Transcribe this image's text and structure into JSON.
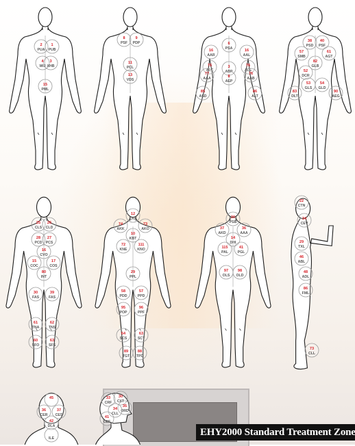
{
  "banner": {
    "text": "EHY2000 Standard Treatment Zones"
  },
  "colors": {
    "zone_label": "#d61f26",
    "outline": "#1c1c1c",
    "zone_circle": "#9a9a9a",
    "banner_bg": "#111111"
  },
  "figures": [
    {
      "id": "front-1",
      "zones": [
        {
          "num": "2",
          "code": "PUA"
        },
        {
          "num": "1",
          "code": "PUB"
        },
        {
          "num": "4",
          "code": "WIJ"
        },
        {
          "num": "3",
          "code": "XHB"
        },
        {
          "num": "15",
          "code": "PML"
        }
      ]
    },
    {
      "id": "back-1",
      "zones": [
        {
          "num": "8",
          "code": "PSF"
        },
        {
          "num": "9",
          "code": "PDP"
        },
        {
          "num": "11",
          "code": "PCL"
        },
        {
          "num": "13",
          "code": "VDS"
        }
      ]
    },
    {
      "id": "front-2",
      "zones": [
        {
          "num": "6",
          "code": "PSA"
        },
        {
          "num": "16",
          "code": "AAR"
        },
        {
          "num": "16",
          "code": "AAL"
        },
        {
          "num": "75",
          "code": "ALC"
        },
        {
          "num": "76",
          "code": "ALE"
        },
        {
          "num": "77",
          "code": "AAA"
        },
        {
          "num": "76",
          "code": "AAB"
        },
        {
          "num": "3",
          "code": "ABP"
        },
        {
          "num": "8",
          "code": "AEP"
        },
        {
          "num": "85",
          "code": "ASD"
        },
        {
          "num": "86",
          "code": "ALT"
        }
      ]
    },
    {
      "id": "back-2",
      "zones": [
        {
          "num": "38",
          "code": "PSD"
        },
        {
          "num": "40",
          "code": "PSF"
        },
        {
          "num": "57",
          "code": "SMB"
        },
        {
          "num": "61",
          "code": "AGT"
        },
        {
          "num": "82",
          "code": "GLB"
        },
        {
          "num": "52",
          "code": "DCR"
        },
        {
          "num": "53",
          "code": "GLS"
        },
        {
          "num": "54",
          "code": "GLD"
        },
        {
          "num": "83",
          "code": "DLT"
        },
        {
          "num": "90",
          "code": "AEG"
        }
      ]
    },
    {
      "id": "front-3",
      "zones": [
        {
          "num": "25",
          "code": "CLS"
        },
        {
          "num": "26",
          "code": "CLD"
        },
        {
          "num": "28",
          "code": "PCD"
        },
        {
          "num": "27",
          "code": "PCS"
        },
        {
          "num": "16",
          "code": "CVO"
        },
        {
          "num": "15",
          "code": "COC"
        },
        {
          "num": "17",
          "code": "COS"
        },
        {
          "num": "80",
          "code": "INT"
        },
        {
          "num": "30",
          "code": "FAS"
        },
        {
          "num": "39",
          "code": "FAS"
        },
        {
          "num": "61",
          "code": "TNA"
        },
        {
          "num": "62",
          "code": "TNS"
        },
        {
          "num": "60",
          "code": "SFO"
        },
        {
          "num": "63",
          "code": "SFS"
        }
      ]
    },
    {
      "id": "back-3",
      "zones": [
        {
          "num": "12",
          "code": "CKF"
        },
        {
          "num": "74",
          "code": "AKK"
        },
        {
          "num": "73",
          "code": "AKO"
        },
        {
          "num": "10",
          "code": "KBT"
        },
        {
          "num": "72",
          "code": "KNE"
        },
        {
          "num": "111",
          "code": "KNO"
        },
        {
          "num": "29",
          "code": "PPL"
        },
        {
          "num": "58",
          "code": "PDD"
        },
        {
          "num": "57",
          "code": "PPD"
        },
        {
          "num": "95",
          "code": "POP"
        },
        {
          "num": "96",
          "code": "PPF"
        },
        {
          "num": "64",
          "code": "SCS"
        },
        {
          "num": "63",
          "code": "SCT"
        },
        {
          "num": "89",
          "code": "TGT"
        },
        {
          "num": "88",
          "code": "TPD"
        }
      ]
    },
    {
      "id": "front-4",
      "zones": [
        {
          "num": "20",
          "code": "PSB"
        },
        {
          "num": "37",
          "code": "AKD"
        },
        {
          "num": "36",
          "code": "AAA"
        },
        {
          "num": "14",
          "code": "DHI"
        },
        {
          "num": "115",
          "code": "PAL"
        },
        {
          "num": "41",
          "code": "PGL"
        },
        {
          "num": "97",
          "code": "OLS"
        },
        {
          "num": "98",
          "code": "OLD"
        }
      ]
    },
    {
      "id": "side-1",
      "zones": [
        {
          "num": "22",
          "code": "CTN"
        },
        {
          "num": "34",
          "code": "CEV"
        },
        {
          "num": "29",
          "code": "TXL"
        },
        {
          "num": "46",
          "code": "ABL"
        },
        {
          "num": "48",
          "code": "ADL"
        },
        {
          "num": "86",
          "code": "FML"
        },
        {
          "num": "73",
          "code": "CLL"
        }
      ]
    },
    {
      "id": "head-back",
      "zones": [
        {
          "num": "45",
          "code": ""
        },
        {
          "num": "36",
          "code": "CER"
        },
        {
          "num": "37",
          "code": "CES"
        },
        {
          "num": "42",
          "code": "DLA"
        },
        {
          "num": "",
          "code": "ILE"
        }
      ]
    },
    {
      "id": "head-side",
      "zones": [
        {
          "num": "33",
          "code": "CRF"
        },
        {
          "num": "30",
          "code": "CXT"
        },
        {
          "num": "35",
          "code": "ORD"
        },
        {
          "num": "34",
          "code": "CLL"
        },
        {
          "num": "41",
          "code": "CEF"
        }
      ]
    }
  ]
}
